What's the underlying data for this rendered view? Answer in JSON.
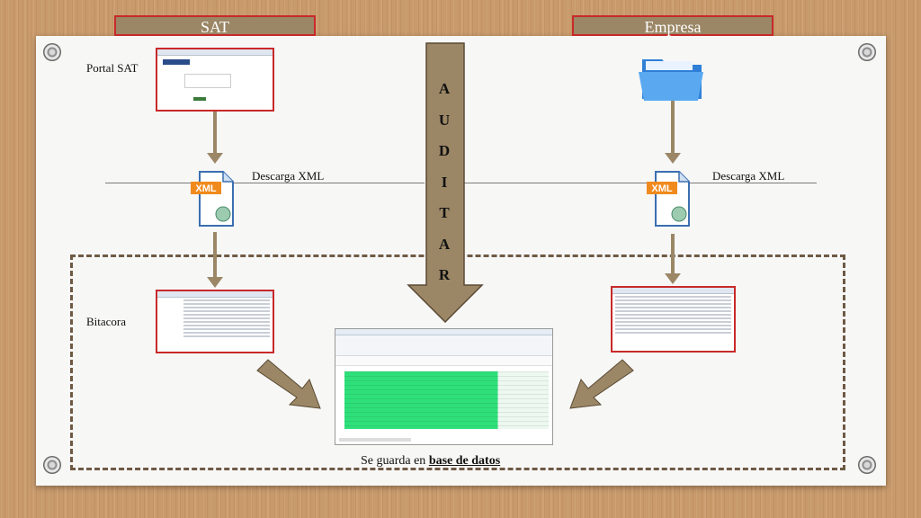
{
  "headers": {
    "sat": "SAT",
    "empresa": "Empresa"
  },
  "labels": {
    "portal_sat": "Portal SAT",
    "descarga_left": "Descarga XML",
    "descarga_right": "Descarga XML",
    "bitacora": "Bitacora"
  },
  "xml_badge": "XML",
  "auditar_letters": [
    "A",
    "U",
    "D",
    "I",
    "T",
    "A",
    "R"
  ],
  "caption": {
    "prefix": "Se guarda en ",
    "emphasis": "base de datos"
  },
  "colors": {
    "accent_brown": "#9b8766",
    "border_red": "#c8292a",
    "highlight_green": "#2fe07a"
  }
}
